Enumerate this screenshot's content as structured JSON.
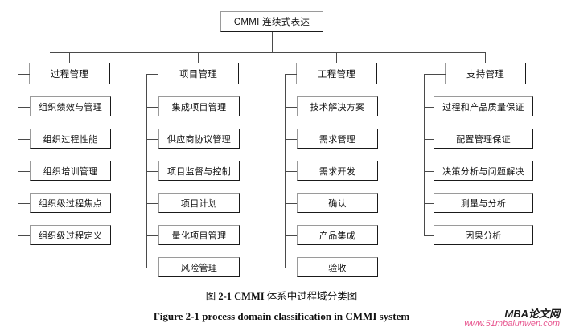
{
  "diagram": {
    "root": {
      "label": "CMMI 连续式表达"
    },
    "columns": [
      {
        "header": "过程管理",
        "items": [
          "组织绩效与管理",
          "组织过程性能",
          "组织培训管理",
          "组织级过程焦点",
          "组织级过程定义"
        ]
      },
      {
        "header": "项目管理",
        "items": [
          "集成项目管理",
          "供应商协议管理",
          "项目监督与控制",
          "项目计划",
          "量化项目管理",
          "风险管理"
        ]
      },
      {
        "header": "工程管理",
        "items": [
          "技术解决方案",
          "需求管理",
          "需求开发",
          "确认",
          "产品集成",
          "验收"
        ]
      },
      {
        "header": "支持管理",
        "items": [
          "过程和产品质量保证",
          "配置管理保证",
          "决策分析与问题解决",
          "测量与分析",
          "因果分析"
        ]
      }
    ]
  },
  "captions": {
    "chinese_prefix": "图 ",
    "chinese_number": "2-1 CMMI",
    "chinese_suffix": " 体系中过程域分类图",
    "english": "Figure 2-1 process domain classification in CMMI system"
  },
  "watermark": {
    "brand": "MBA论文网",
    "url": "www.51mbalunwen.com",
    "url_color": "#e8558f"
  }
}
